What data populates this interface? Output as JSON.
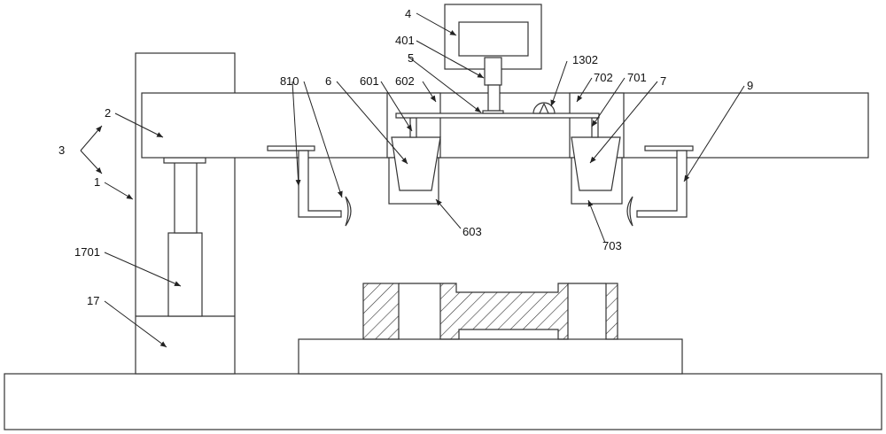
{
  "labels": {
    "l4": "4",
    "l401": "401",
    "l5": "5",
    "l1302": "1302",
    "l8": "8",
    "l10": "10",
    "l6": "6",
    "l601": "601",
    "l602": "602",
    "l702": "702",
    "l701": "701",
    "l7": "7",
    "l9": "9",
    "l2": "2",
    "l3": "3",
    "l1": "1",
    "l1701": "1701",
    "l17": "17",
    "l603": "603",
    "l703": "703"
  }
}
